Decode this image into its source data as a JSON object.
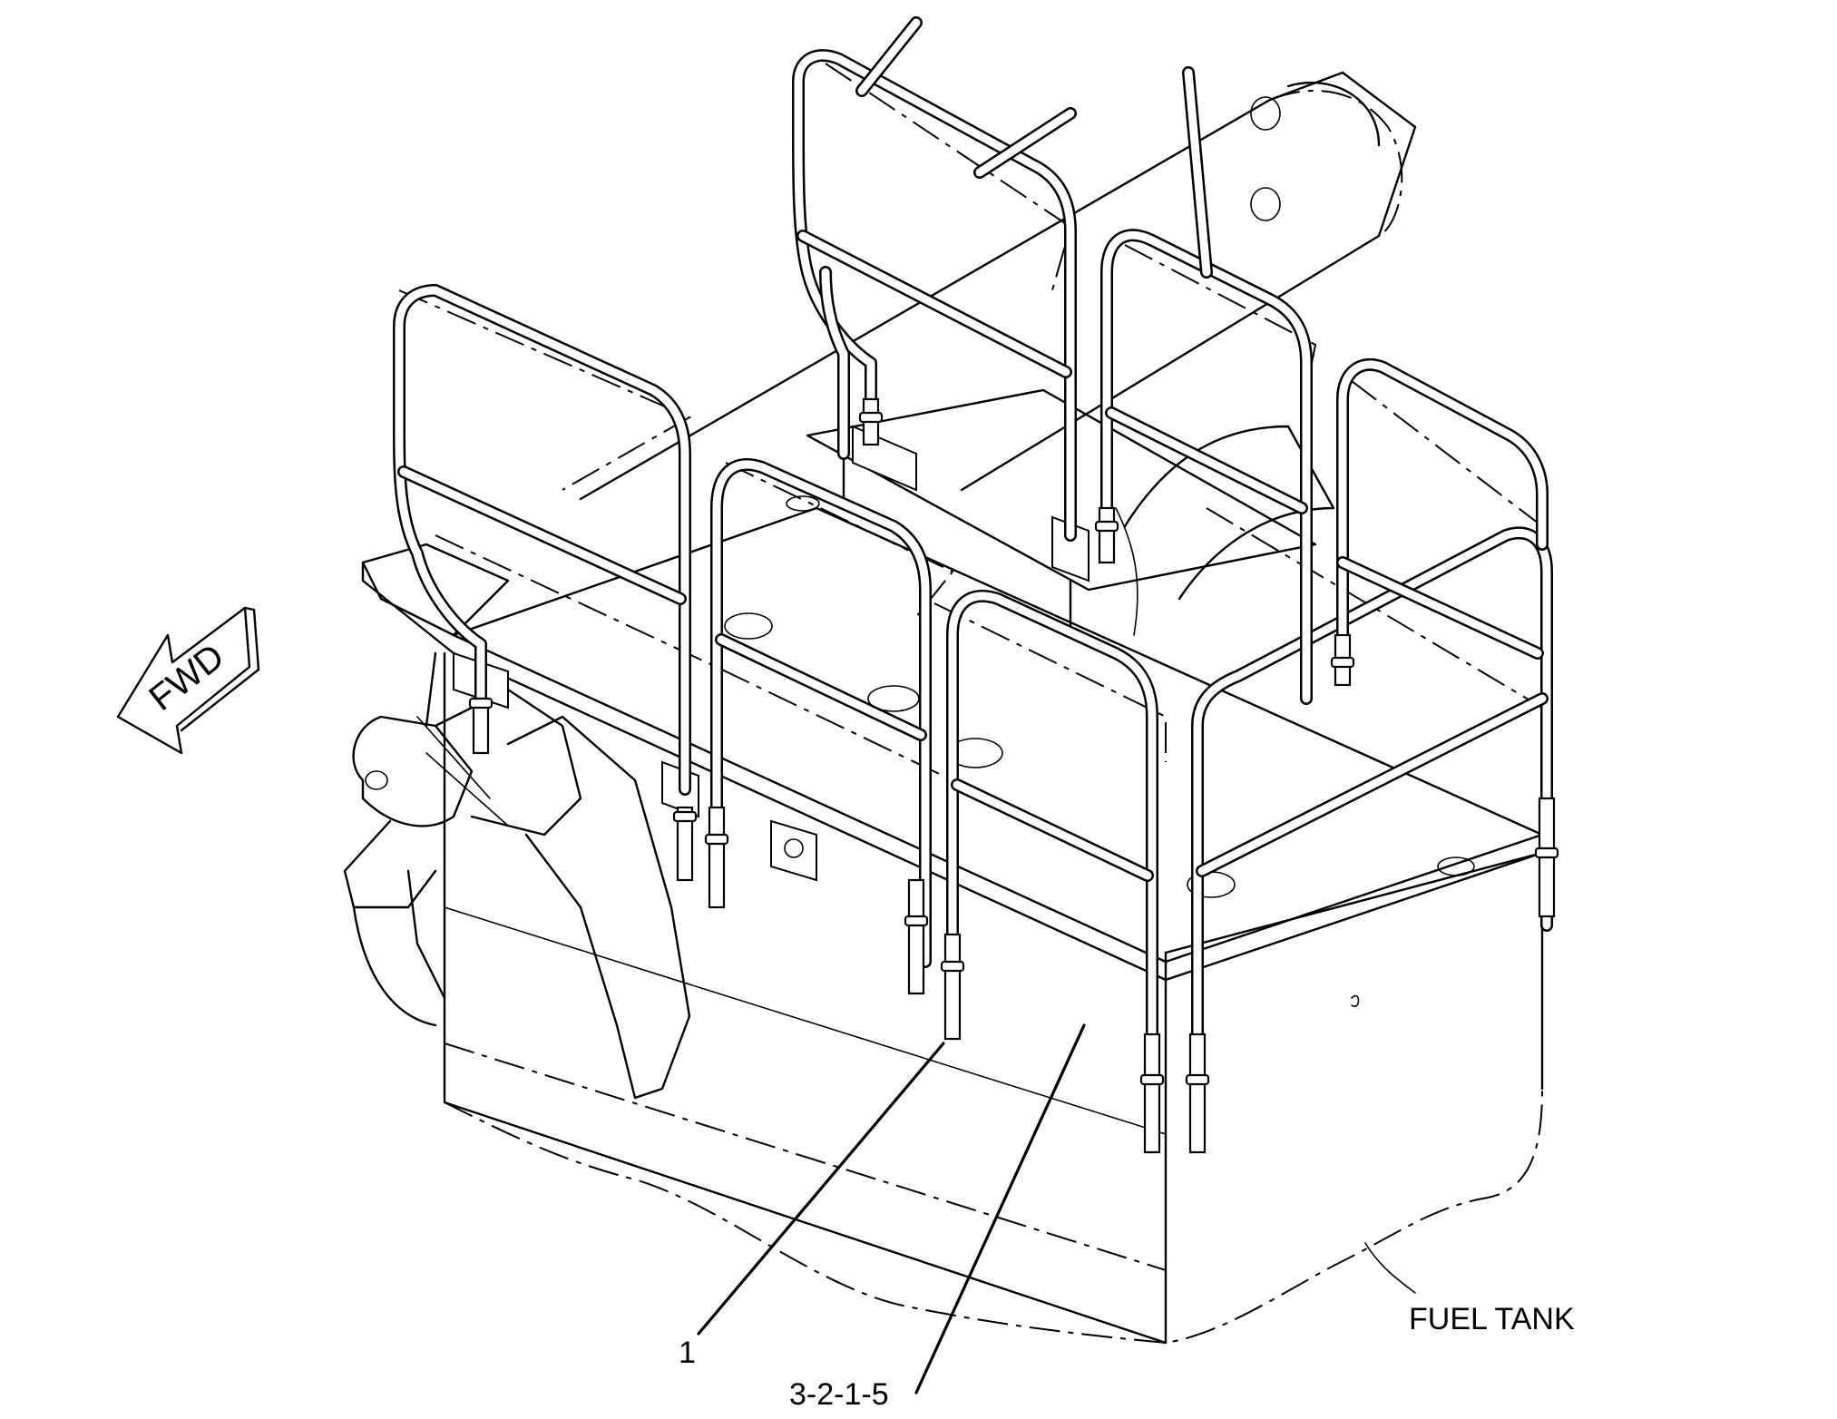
{
  "figure": {
    "direction_label": "FWD",
    "callouts": [
      {
        "id": "callout-1",
        "label": "1"
      },
      {
        "id": "callout-2",
        "label": "3-2-1-5"
      },
      {
        "id": "callout-3",
        "label": "FUEL TANK"
      }
    ],
    "icons": [
      "forward-arrow-icon"
    ],
    "colors": {
      "line": "#000000",
      "background": "#ffffff"
    }
  }
}
